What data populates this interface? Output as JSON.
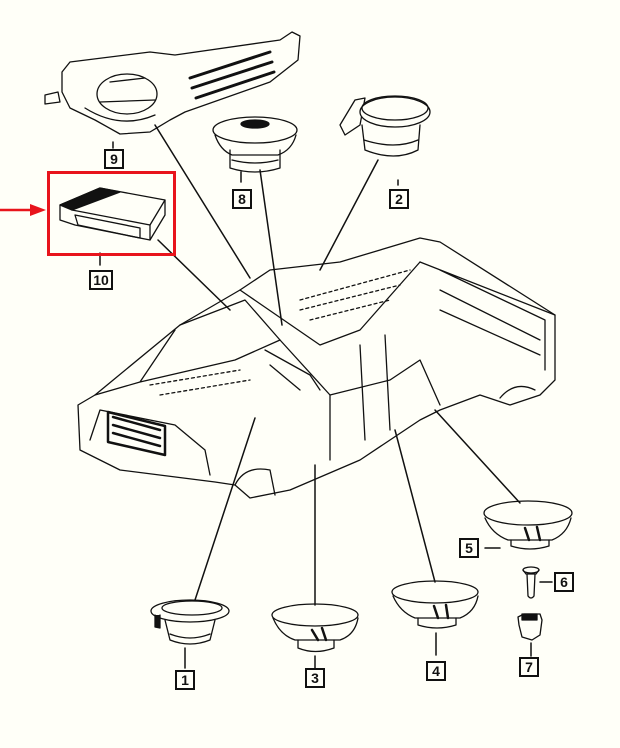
{
  "diagram": {
    "subject": "Pickup truck audio system exploded parts view",
    "highlight_color": "#e8141c",
    "line_color": "#111111",
    "background": "#fffff8",
    "highlighted_part": "10",
    "callouts": [
      {
        "id": "1",
        "label": "1",
        "part": "speaker"
      },
      {
        "id": "2",
        "label": "2",
        "part": "speaker-with-bracket"
      },
      {
        "id": "3",
        "label": "3",
        "part": "speaker"
      },
      {
        "id": "4",
        "label": "4",
        "part": "speaker"
      },
      {
        "id": "5",
        "label": "5",
        "part": "speaker"
      },
      {
        "id": "6",
        "label": "6",
        "part": "screw"
      },
      {
        "id": "7",
        "label": "7",
        "part": "clip-nut"
      },
      {
        "id": "8",
        "label": "8",
        "part": "speaker"
      },
      {
        "id": "9",
        "label": "9",
        "part": "subwoofer-enclosure"
      },
      {
        "id": "10",
        "label": "10",
        "part": "amplifier"
      }
    ]
  }
}
